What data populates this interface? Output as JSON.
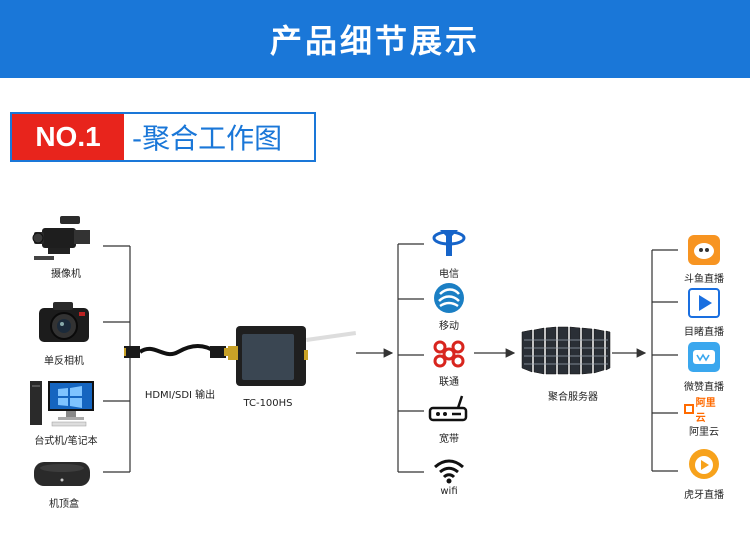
{
  "banner": {
    "title": "产品细节展示"
  },
  "section": {
    "number": "NO.1",
    "name": "-聚合工作图"
  },
  "sources": [
    {
      "label": "摄像机",
      "icon": "video-camera-icon"
    },
    {
      "label": "单反相机",
      "icon": "dslr-camera-icon"
    },
    {
      "label": "台式机/笔记本",
      "icon": "desktop-computer-icon"
    },
    {
      "label": "机顶盒",
      "icon": "set-top-box-icon"
    }
  ],
  "cable": {
    "label": "HDMI/SDI 输出"
  },
  "device": {
    "label": "TC-100HS"
  },
  "networks": [
    {
      "label": "电信",
      "icon": "china-telecom-icon"
    },
    {
      "label": "移动",
      "icon": "china-mobile-icon"
    },
    {
      "label": "联通",
      "icon": "china-unicom-icon"
    },
    {
      "label": "宽带",
      "icon": "router-icon"
    },
    {
      "label": "wifi",
      "icon": "wifi-icon"
    }
  ],
  "server": {
    "label": "聚合服务器"
  },
  "platforms": [
    {
      "label": "斗鱼直播",
      "icon": "douyu-icon"
    },
    {
      "label": "目睹直播",
      "icon": "mudu-icon"
    },
    {
      "label": "微赞直播",
      "icon": "weizan-icon"
    },
    {
      "label": "阿里云",
      "icon": "aliyun-icon",
      "logo_text": "阿里云"
    },
    {
      "label": "虎牙直播",
      "icon": "huya-icon"
    }
  ],
  "colors": {
    "banner": "#1a77d8",
    "number_box": "#e8241c"
  }
}
